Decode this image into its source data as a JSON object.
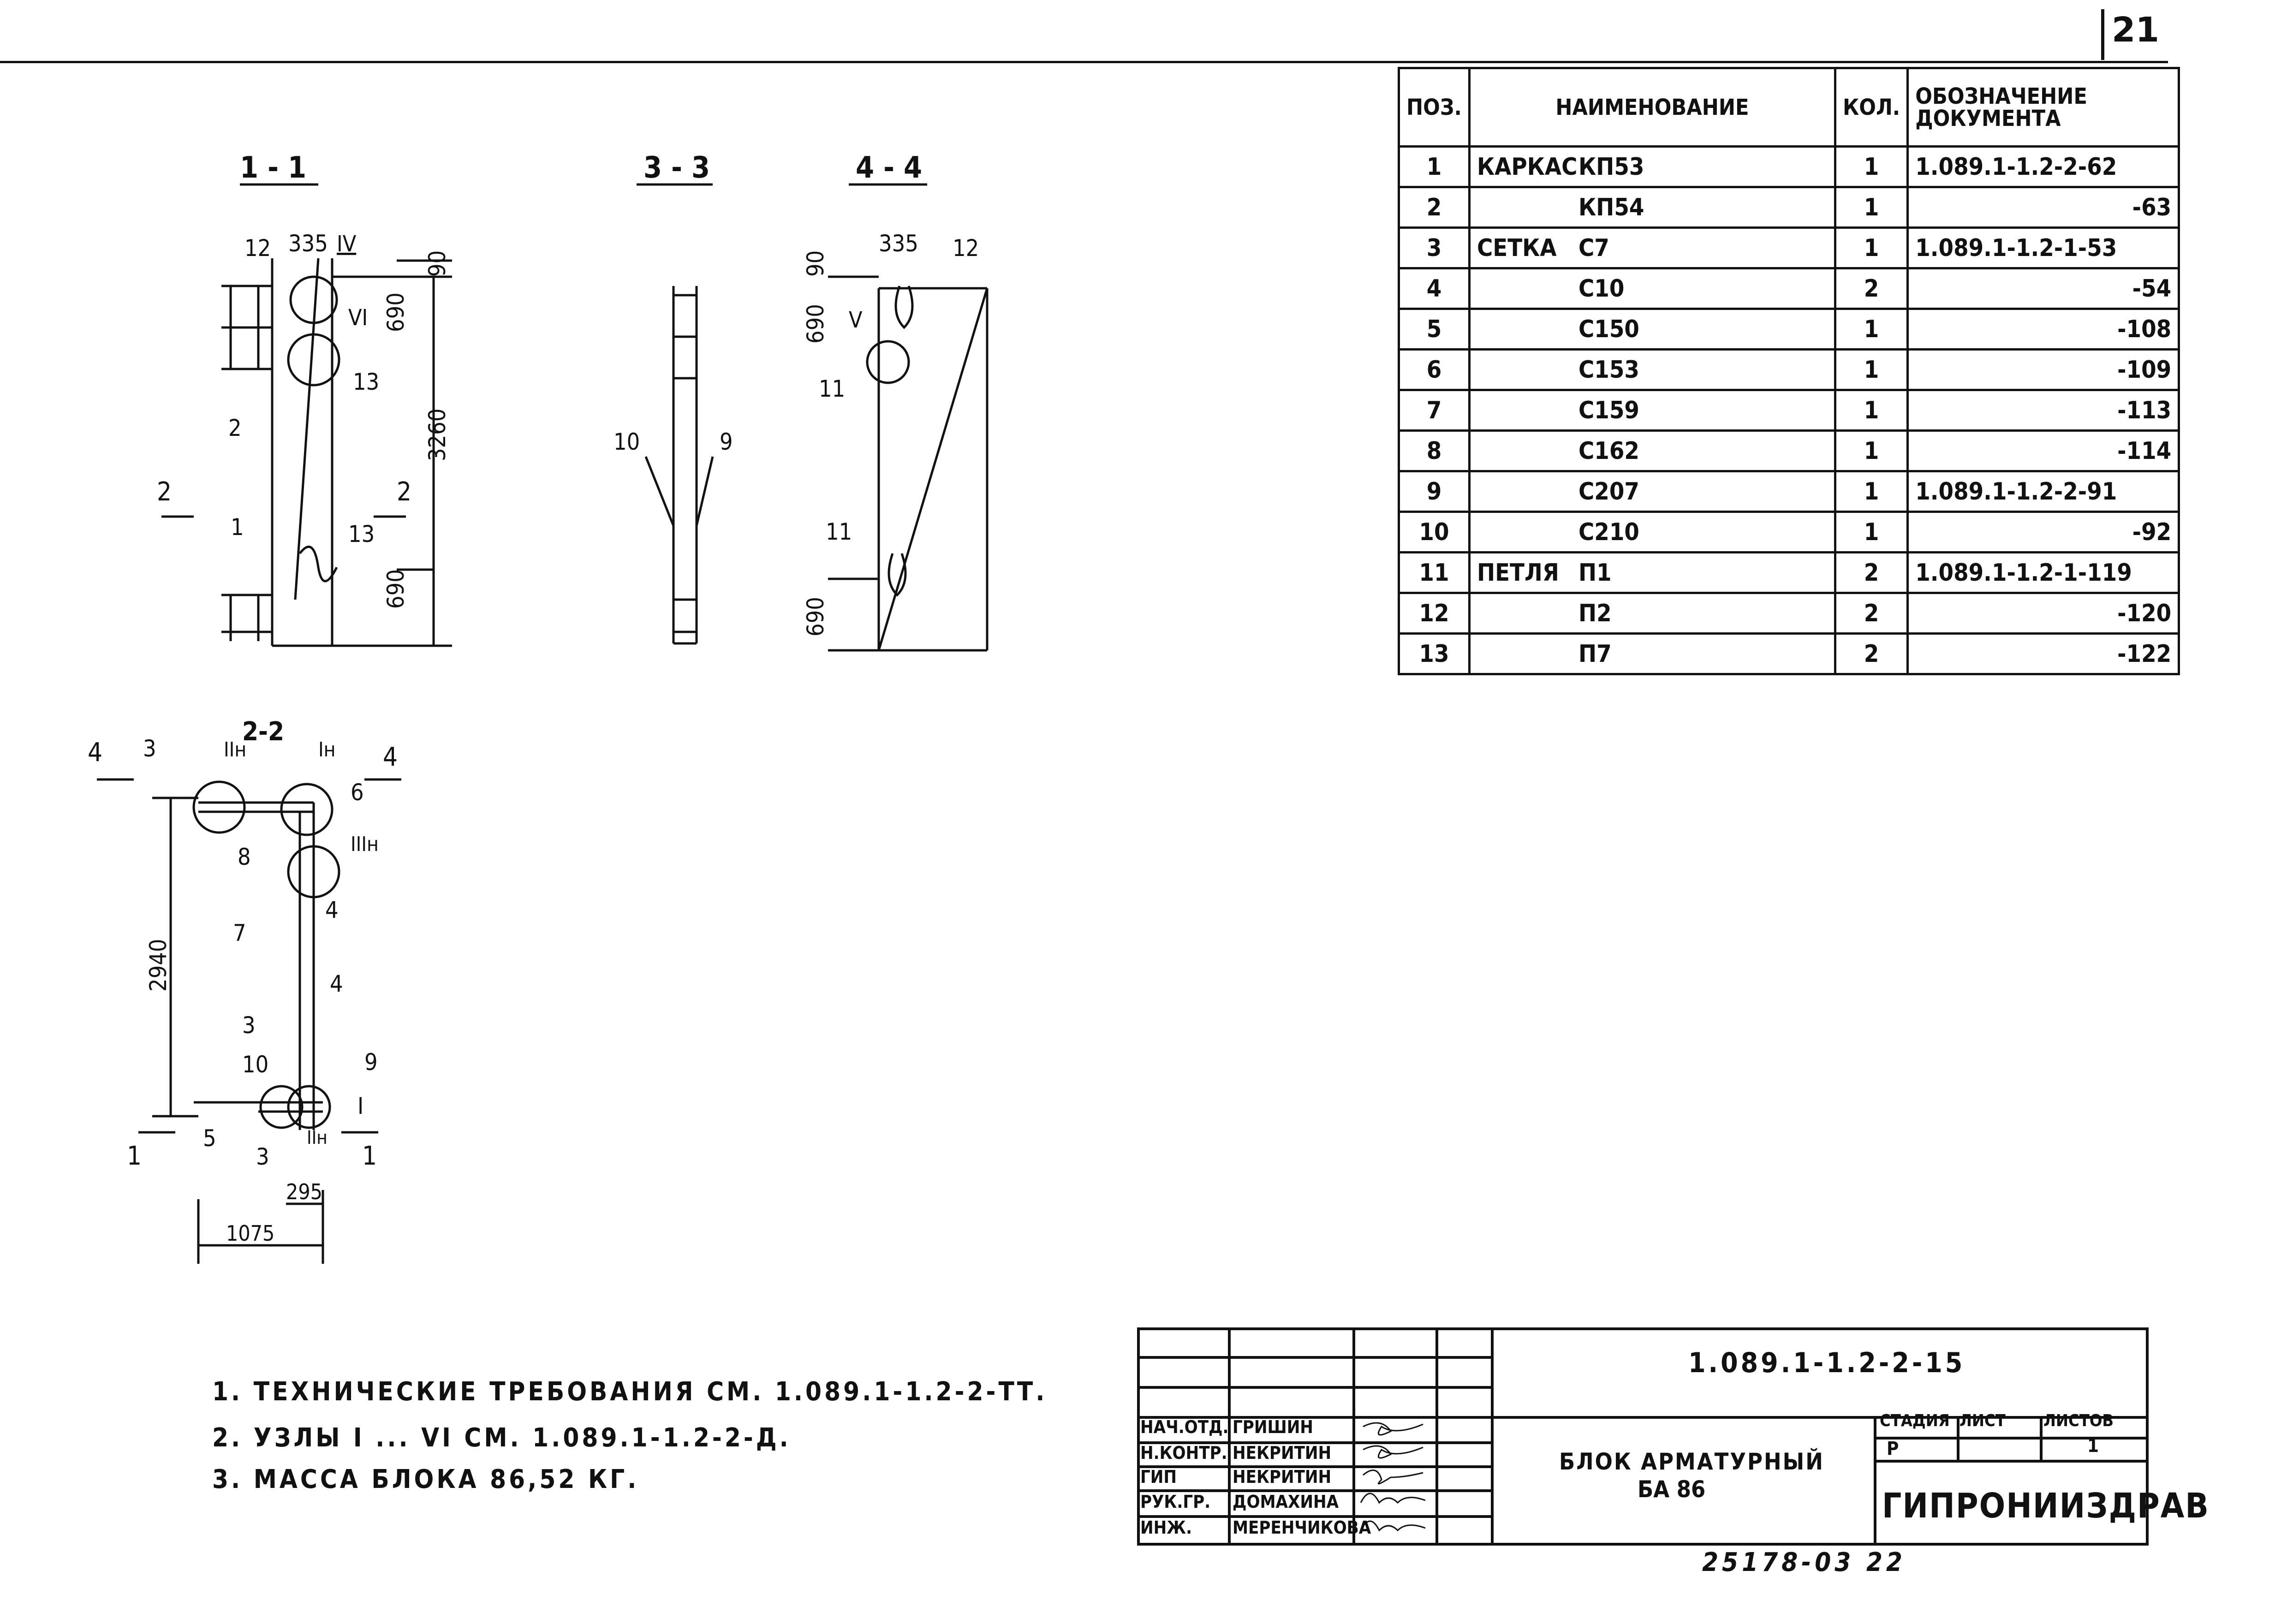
{
  "sheet_number": "21",
  "spec_table": {
    "headers": {
      "pos": "ПОЗ.",
      "name": "НАИМЕНОВАНИЕ",
      "qty": "КОЛ.",
      "doc_line1": "ОБОЗНАЧЕНИЕ",
      "doc_line2": "ДОКУМЕНТА"
    },
    "rows": [
      {
        "pos": "1",
        "kind": "КАРКАС",
        "mark": "КП53",
        "qty": "1",
        "doc": "1.089.1-1.2-2-62"
      },
      {
        "pos": "2",
        "kind": "",
        "mark": "КП54",
        "qty": "1",
        "doc": "-63"
      },
      {
        "pos": "3",
        "kind": "СЕТКА",
        "mark": "С7",
        "qty": "1",
        "doc": "1.089.1-1.2-1-53"
      },
      {
        "pos": "4",
        "kind": "",
        "mark": "С10",
        "qty": "2",
        "doc": "-54"
      },
      {
        "pos": "5",
        "kind": "",
        "mark": "С150",
        "qty": "1",
        "doc": "-108"
      },
      {
        "pos": "6",
        "kind": "",
        "mark": "С153",
        "qty": "1",
        "doc": "-109"
      },
      {
        "pos": "7",
        "kind": "",
        "mark": "С159",
        "qty": "1",
        "doc": "-113"
      },
      {
        "pos": "8",
        "kind": "",
        "mark": "С162",
        "qty": "1",
        "doc": "-114"
      },
      {
        "pos": "9",
        "kind": "",
        "mark": "С207",
        "qty": "1",
        "doc": "1.089.1-1.2-2-91"
      },
      {
        "pos": "10",
        "kind": "",
        "mark": "С210",
        "qty": "1",
        "doc": "-92"
      },
      {
        "pos": "11",
        "kind": "ПЕТЛЯ",
        "mark": "П1",
        "qty": "2",
        "doc": "1.089.1-1.2-1-119"
      },
      {
        "pos": "12",
        "kind": "",
        "mark": "П2",
        "qty": "2",
        "doc": "-120"
      },
      {
        "pos": "13",
        "kind": "",
        "mark": "П7",
        "qty": "2",
        "doc": "-122"
      }
    ]
  },
  "drawing": {
    "section_titles": {
      "s11": "1 - 1",
      "s33": "3 - 3",
      "s44": "4 - 4",
      "s22": "2-2"
    },
    "dims": {
      "d335": "335",
      "d90": "90",
      "d690": "690",
      "d3260": "3260",
      "d2940": "2940",
      "d295": "295",
      "d1075": "1075"
    },
    "callouts": [
      "1",
      "2",
      "3",
      "4",
      "5",
      "6",
      "7",
      "8",
      "9",
      "10",
      "11",
      "12",
      "13"
    ],
    "nodes": {
      "I": "I",
      "Ih": "Iн",
      "IIh": "IIн",
      "IIIh": "IIIн",
      "IV": "IV",
      "V": "V",
      "VI": "VI"
    },
    "cut_marks": {
      "c1": "1",
      "c2": "2",
      "c3": "3",
      "c4": "4"
    }
  },
  "notes": [
    "1. ТЕХНИЧЕСКИЕ ТРЕБОВАНИЯ СМ. 1.089.1-1.2-2-ТТ.",
    "2. УЗЛЫ I ... VI СМ. 1.089.1-1.2-2-Д.",
    "3. МАССА БЛОКА 86,52 КГ."
  ],
  "title_block": {
    "code": "1.089.1-1.2-2-15",
    "name_line1": "БЛОК АРМАТУРНЫЙ",
    "name_line2": "БА 86",
    "roles": [
      {
        "role": "НАЧ.ОТД.",
        "person": "ГРИШИН"
      },
      {
        "role": "Н.КОНТР.",
        "person": "НЕКРИТИН"
      },
      {
        "role": "ГИП",
        "person": "НЕКРИТИН"
      },
      {
        "role": "РУК.ГР.",
        "person": "ДОМАХИНА"
      },
      {
        "role": "ИНЖ.",
        "person": "МЕРЕНЧИКОВА"
      }
    ],
    "stage_header": "СТАДИЯ",
    "sheet_header": "ЛИСТ",
    "sheets_header": "ЛИСТОВ",
    "stage_value": "Р",
    "sheets_value": "1",
    "organization": "ГИПРОНИИЗДРАВ"
  },
  "inventory_number": "25178-03 22"
}
